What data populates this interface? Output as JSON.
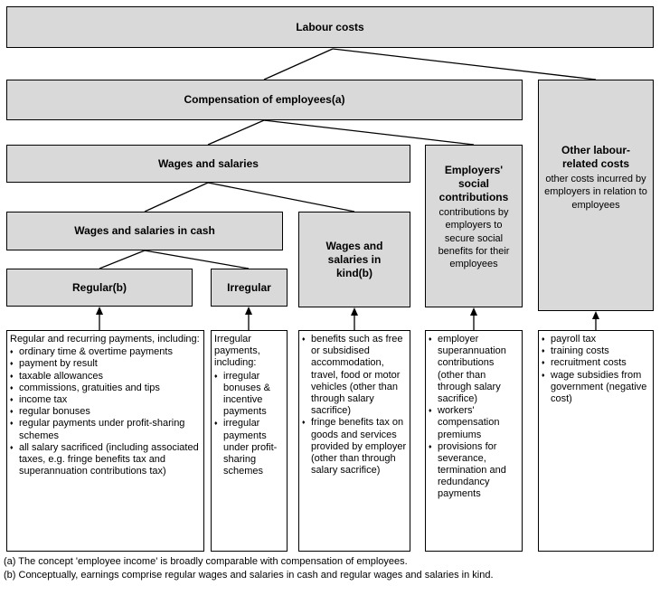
{
  "nodes": {
    "labour_costs": {
      "title": "Labour costs"
    },
    "compensation": {
      "title": "Compensation of employees(a)"
    },
    "wages_salaries": {
      "title": "Wages and salaries"
    },
    "cash": {
      "title": "Wages and salaries in cash"
    },
    "regular": {
      "title": "Regular(b)"
    },
    "irregular": {
      "title": "Irregular"
    },
    "kind": {
      "title": "Wages and salaries in kind(b)"
    },
    "employers_social": {
      "title": "Employers' social contributions",
      "description": "contributions by employers to secure social benefits for their employees"
    },
    "other_labour": {
      "title": "Other labour-related costs",
      "description": "other costs incurred by employers in relation to employees"
    }
  },
  "details": {
    "regular": {
      "intro": "Regular and recurring payments, including:",
      "items": [
        "ordinary time & overtime payments",
        "payment by result",
        "taxable allowances",
        "commissions, gratuities and tips",
        "income tax",
        "regular bonuses",
        "regular payments under profit-sharing schemes",
        "all salary sacrificed (including associated taxes, e.g. fringe benefits tax and superannuation contributions tax)"
      ]
    },
    "irregular": {
      "intro": "Irregular payments, including:",
      "items": [
        "irregular bonuses & incentive payments",
        "irregular payments under profit-sharing schemes"
      ]
    },
    "kind": {
      "items": [
        "benefits such as free or subsidised accommodation, travel, food or motor vehicles (other than through salary sacrifice)",
        "fringe benefits tax on goods and services provided by employer (other than through salary sacrifice)"
      ]
    },
    "employers_social": {
      "items": [
        "employer superannuation contributions (other than through salary sacrifice)",
        "workers' compensation premiums",
        "provisions for severance, termination and redundancy payments"
      ]
    },
    "other_labour": {
      "items": [
        "payroll tax",
        "training costs",
        "recruitment costs",
        "wage subsidies from government (negative cost)"
      ]
    }
  },
  "footnotes": [
    "(a) The concept 'employee income' is broadly comparable with compensation of employees.",
    "(b) Conceptually, earnings comprise regular wages and salaries in cash and regular wages and salaries in kind."
  ],
  "bullet_char": "♦",
  "colors": {
    "node_fill": "#d9d9d9",
    "detail_fill": "#ffffff",
    "border": "#000000"
  }
}
